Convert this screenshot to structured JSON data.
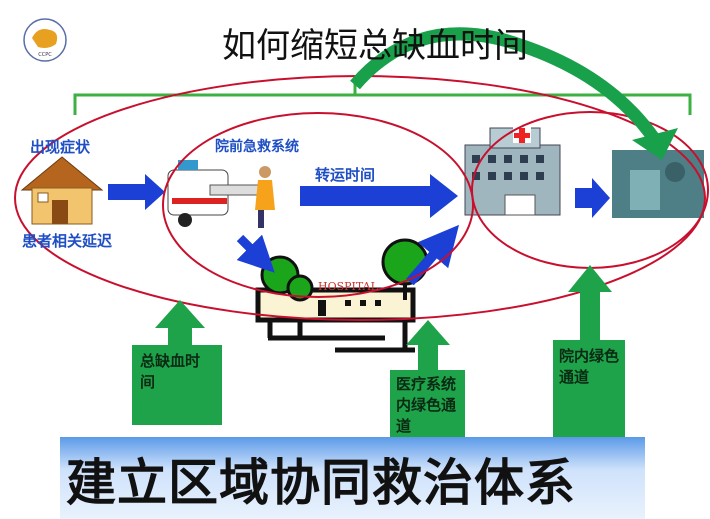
{
  "title": "如何缩短总缺血时间",
  "logo_text": "CCPC",
  "labels": {
    "symptom_onset": "出现症状",
    "patient_delay": "患者相关延迟",
    "prehospital": "院前急救系统",
    "transport_time": "转运时间",
    "hospital_sign": "HOSPITAL"
  },
  "boxes": {
    "total_ischemia": "总缺血时间",
    "system_green_channel": "医疗系统内绿色通道",
    "inhospital_green_channel": "院内绿色通道"
  },
  "banner": "建立区域协同救治体系",
  "colors": {
    "blue_label": "#1f4fc4",
    "green": "#1fa34a",
    "red_ellipse": "#c8102e",
    "arrow_blue": "#1c3fd6"
  }
}
